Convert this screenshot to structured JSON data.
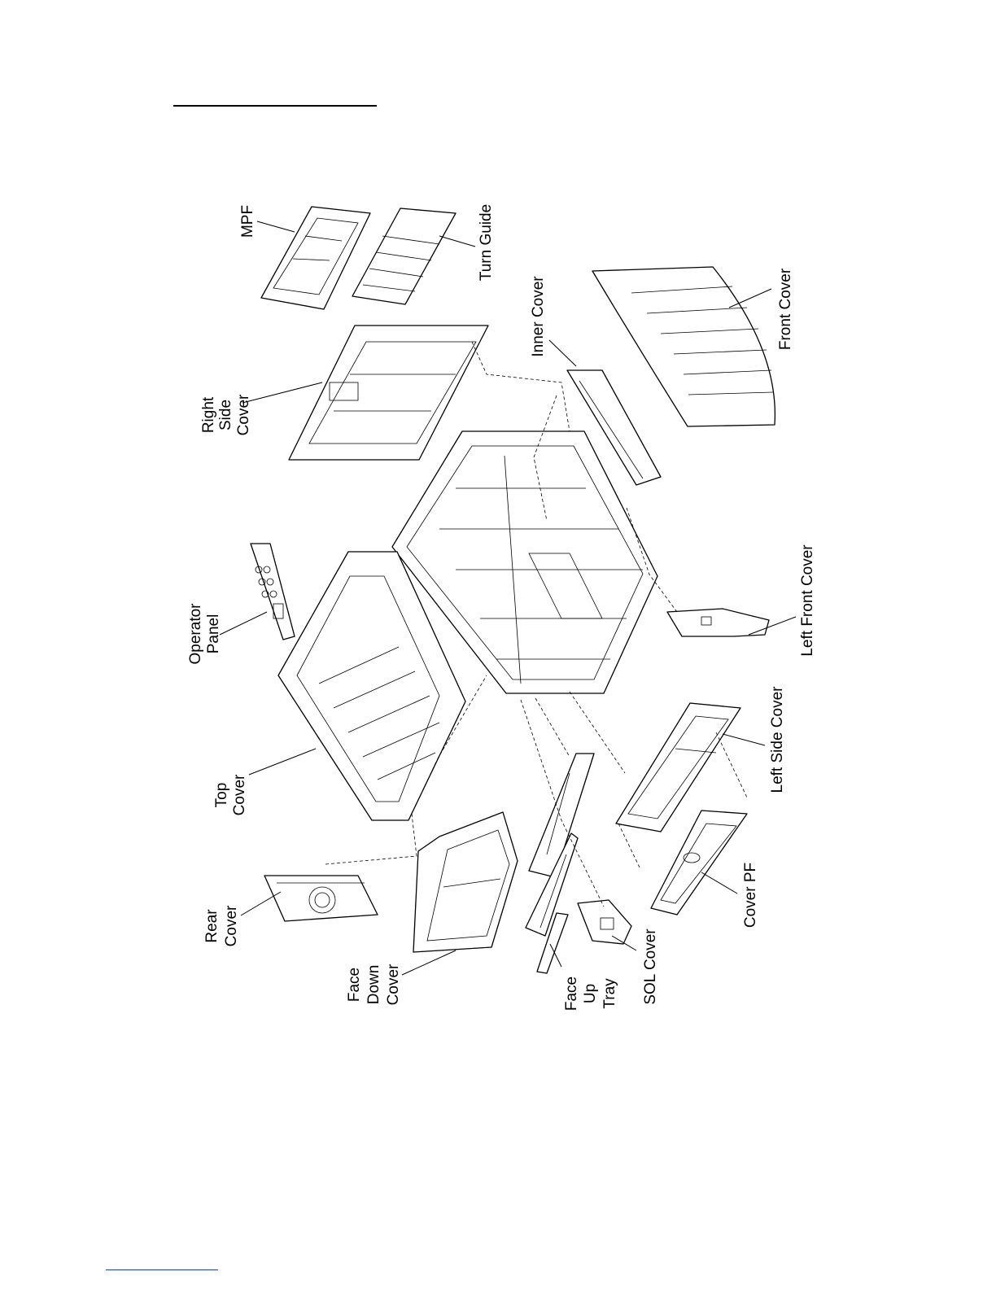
{
  "labels": {
    "mpf": "MPF",
    "turn_guide": "Turn Guide",
    "right_side_cover_1": "Right",
    "right_side_cover_2": "Side",
    "right_side_cover_3": "Cover",
    "inner_cover": "Inner Cover",
    "front_cover": "Front Cover",
    "operator_panel_1": "Operator",
    "operator_panel_2": "Panel",
    "left_front_cover": "Left Front Cover",
    "top_cover_1": "Top",
    "top_cover_2": "Cover",
    "left_side_cover": "Left Side Cover",
    "rear_cover_1": "Rear",
    "rear_cover_2": "Cover",
    "cover_pf": "Cover PF",
    "face_down_cover_1": "Face",
    "face_down_cover_2": "Down",
    "face_down_cover_3": "Cover",
    "face_up_tray_1": "Face",
    "face_up_tray_2": "Up",
    "face_up_tray_3": "Tray",
    "sol_cover": "SOL Cover"
  }
}
